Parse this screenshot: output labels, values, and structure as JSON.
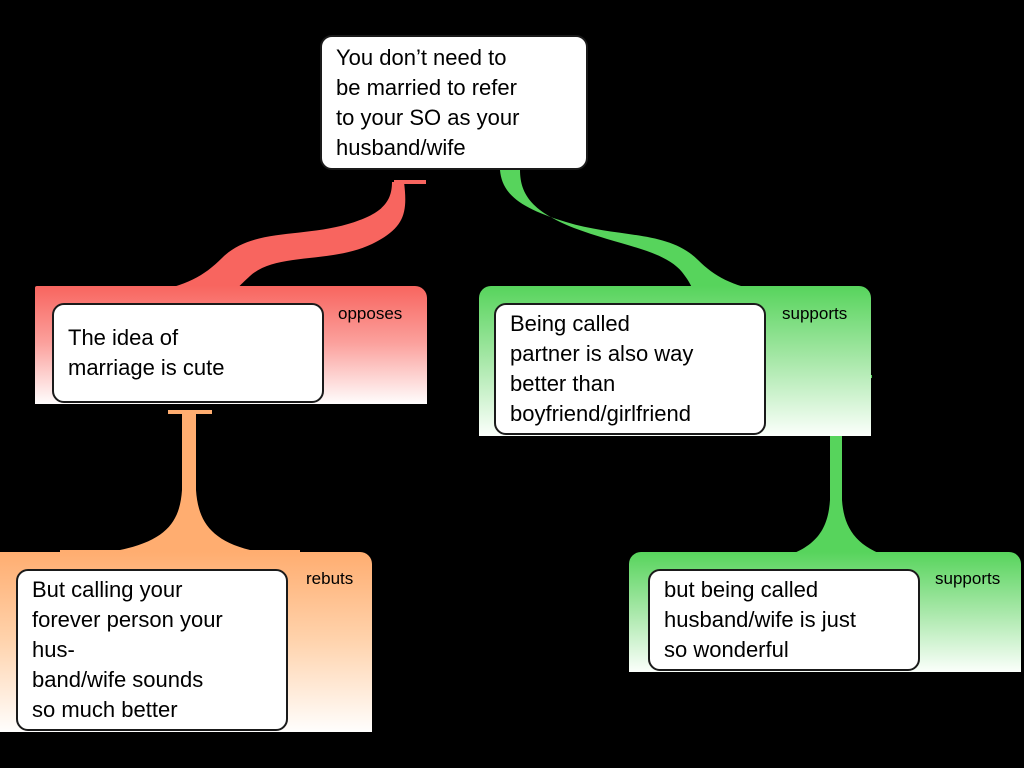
{
  "diagram": {
    "type": "argument-map",
    "background_color": "#000000",
    "colors": {
      "opposes": "#F8655F",
      "supports": "#57D45C",
      "rebuts": "#FFAD70",
      "card_background": "#FFFFFF",
      "card_border": "#1A1A1A",
      "text": "#000000"
    }
  },
  "nodes": {
    "root": {
      "id": "root",
      "text": "You don’t need to\nbe married to refer\nto your SO as your\nhusband/wife"
    },
    "opposes_1": {
      "id": "opposes_1",
      "relation": "opposes",
      "text": "The idea of\nmarriage is cute"
    },
    "supports_1": {
      "id": "supports_1",
      "relation": "supports",
      "text": "Being called\npartner is also way\nbetter than\nboyfriend/girlfriend"
    },
    "rebuts_1": {
      "id": "rebuts_1",
      "relation": "rebuts",
      "text": "But calling your\nforever person your\nhus-\nband/wife sounds\nso much better"
    },
    "supports_2": {
      "id": "supports_2",
      "relation": "supports",
      "text": "but being called\nhusband/wife is just\nso wonderful"
    }
  },
  "edges": [
    {
      "from": "root",
      "to": "opposes_1",
      "relation": "opposes",
      "color": "#F8655F"
    },
    {
      "from": "root",
      "to": "supports_1",
      "relation": "supports",
      "color": "#57D45C"
    },
    {
      "from": "opposes_1",
      "to": "rebuts_1",
      "relation": "rebuts",
      "color": "#FFAD70"
    },
    {
      "from": "supports_1",
      "to": "supports_2",
      "relation": "supports",
      "color": "#57D45C"
    }
  ]
}
